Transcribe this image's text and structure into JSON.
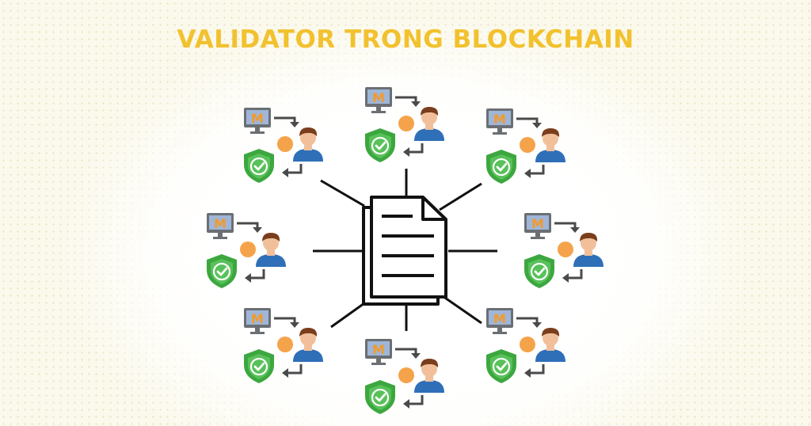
{
  "title": "VALIDATOR TRONG BLOCKCHAIN",
  "colors": {
    "title": "#f2c12e",
    "monitor_screen": "#9fb6d8",
    "monitor_frame": "#6b6f73",
    "monitor_letter": "#f39a2a",
    "coin": "#f5a34a",
    "person_hair": "#7a3e1d",
    "person_skin": "#f1c09a",
    "person_shirt": "#2e6fb8",
    "shield_outer": "#3da73f",
    "shield_inner": "#58c15a",
    "arrow": "#4a4a4a",
    "line": "#111111"
  },
  "central_icon": "document-stack-icon",
  "validator_icon": {
    "monitor_letter": "M",
    "parts": [
      "monitor-icon",
      "coin-icon",
      "person-icon",
      "shield-check-icon",
      "arrow-right-icon",
      "arrow-return-icon"
    ]
  },
  "validator_count": 8
}
